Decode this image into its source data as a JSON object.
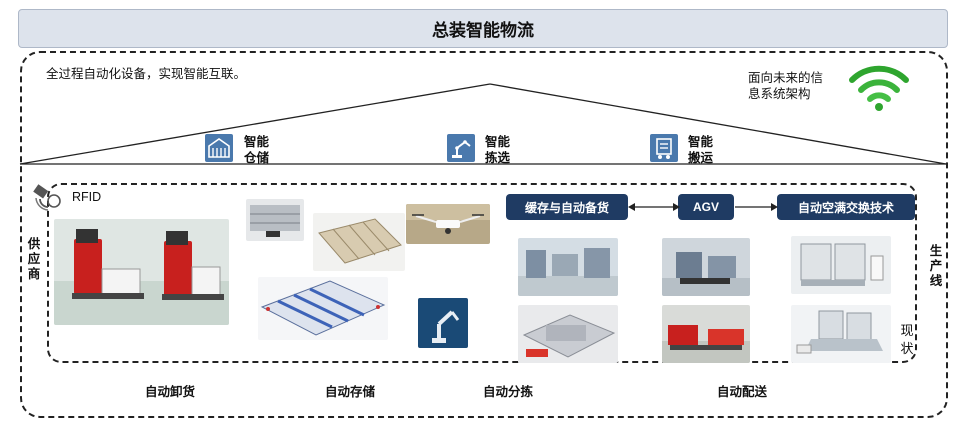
{
  "header": {
    "title": "总装智能物流"
  },
  "roof": {
    "intro": "全过程自动化设备，实现智能互联。",
    "future_note": "面向未来的信息系统架构",
    "wifi_icon": "wifi-icon",
    "features": [
      {
        "icon": "warehouse-icon",
        "label": "智能仓储"
      },
      {
        "icon": "robot-arm-icon",
        "label": "智能拣选"
      },
      {
        "icon": "transport-icon",
        "label": "智能搬运"
      }
    ]
  },
  "left": {
    "rfid_label": "RFID",
    "rfid_icon": "rfid-tag-icon",
    "supplier_label": "供应商"
  },
  "right": {
    "production_line_label": "生产线",
    "status_label": "现状"
  },
  "flow": {
    "buffer_label": "缓存与自动备货",
    "agv_label": "AGV",
    "ac_exchange_label": "自动空满交换技术"
  },
  "bottom_labels": {
    "unloading": "自动卸货",
    "storage": "自动存储",
    "sorting": "自动分拣",
    "delivery": "自动配送"
  },
  "colors": {
    "pill_bg": "#1f3b63",
    "icon_blue": "#4a79ad",
    "wifi_green": "#2ea52e",
    "forklift_red": "#c8201e"
  }
}
